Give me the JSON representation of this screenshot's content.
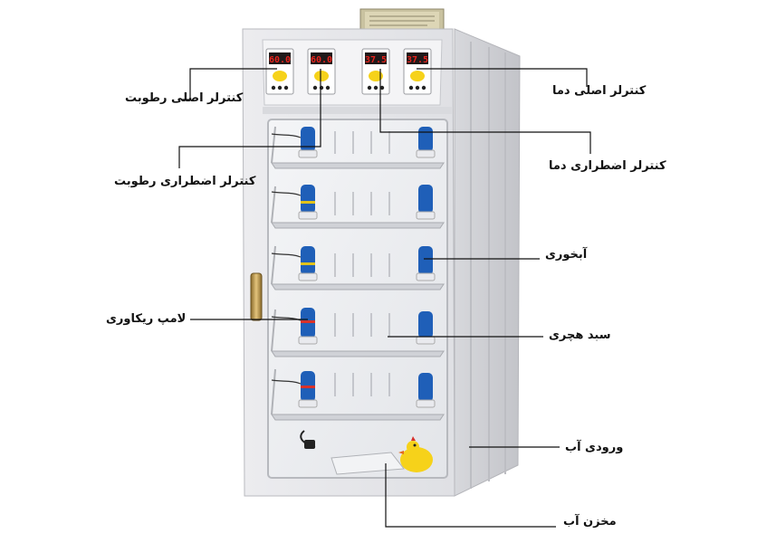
{
  "labels": {
    "main_humidity_controller": "کنترلر اصلی رطوبت",
    "main_temperature_controller": "کنترلر اصلی دما",
    "emergency_humidity_controller": "کنترلر اضطراری رطوبت",
    "emergency_temperature_controller": "کنترلر اضطراری دما",
    "water_feeder": "آبخوری",
    "recovery_lamp": "لامپ ریکاوری",
    "egg_tray": "سبد هچری",
    "water_inlet": "ورودی آب",
    "water_tank": "مخزن آب"
  },
  "displays": {
    "humidity_1": "60.0",
    "humidity_2": "60.0",
    "temperature_1": "37.5",
    "temperature_2": "37.5"
  },
  "colors": {
    "cabinet": "#e6e6ea",
    "display_red": "#e8231c",
    "feeder_blue": "#1f5fb8",
    "leader_line": "#111111",
    "mascot_yellow": "#f6d21a"
  }
}
